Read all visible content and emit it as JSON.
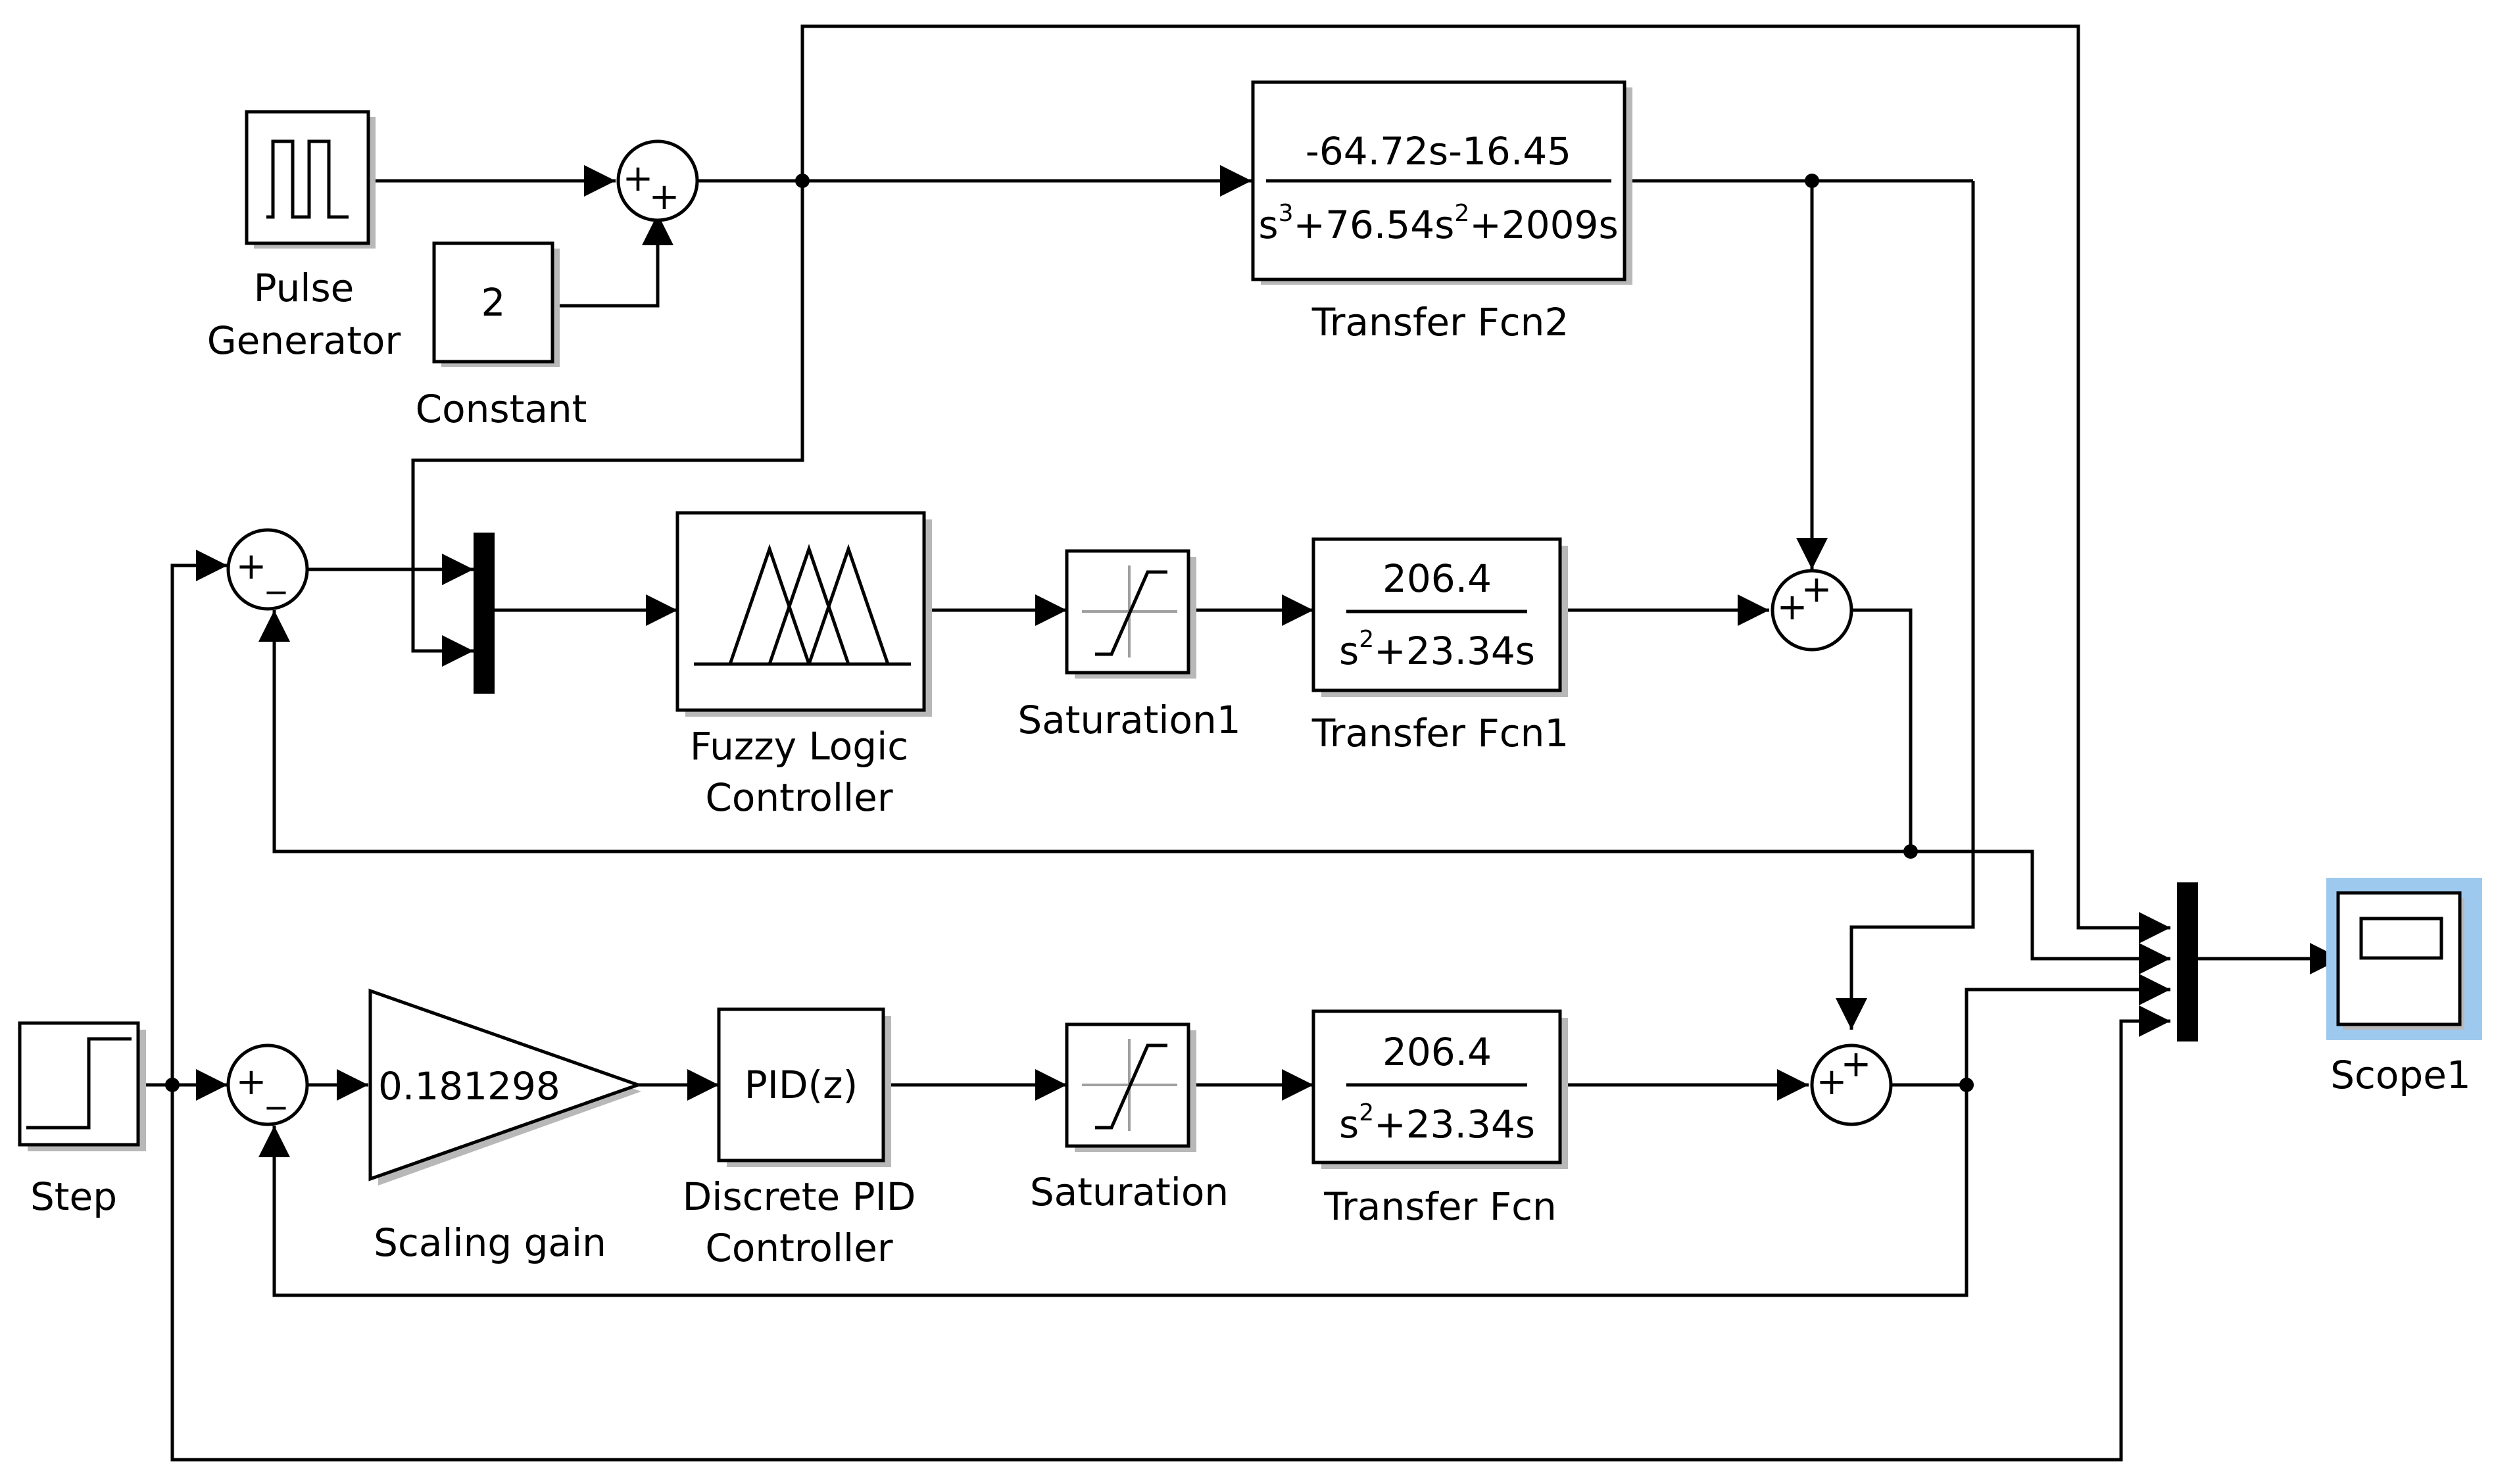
{
  "blocks": {
    "pulse_generator": {
      "label_line1": "Pulse",
      "label_line2": "Generator"
    },
    "constant": {
      "value": "2",
      "label": "Constant"
    },
    "transfer_fcn2": {
      "numerator": "-64.72s-16.45",
      "den_a": "s",
      "den_a_exp": "3",
      "den_b": "+76.54s",
      "den_b_exp": "2",
      "den_c": "+2009s",
      "label": "Transfer Fcn2"
    },
    "fuzzy_logic_controller": {
      "label_line1": "Fuzzy Logic",
      "label_line2": "Controller"
    },
    "saturation1": {
      "label": "Saturation1"
    },
    "transfer_fcn1": {
      "numerator": "206.4",
      "den_a": "s",
      "den_a_exp": "2",
      "den_b": "+23.34s",
      "label": "Transfer Fcn1"
    },
    "step": {
      "label": "Step"
    },
    "scaling_gain": {
      "value": "0.181298",
      "label": "Scaling gain"
    },
    "discrete_pid": {
      "value": "PID(z)",
      "label_line1": "Discrete PID",
      "label_line2": "Controller"
    },
    "saturation": {
      "label": "Saturation"
    },
    "transfer_fcn": {
      "numerator": "206.4",
      "den_a": "s",
      "den_a_exp": "2",
      "den_b": "+23.34s",
      "label": "Transfer Fcn"
    },
    "scope1": {
      "label": "Scope1"
    }
  },
  "sums": {
    "sum_top": {
      "sign_left": "+",
      "sign_bottom": "+"
    },
    "sum_fuzzy_error": {
      "sign_left": "+",
      "sign_bottom": "_"
    },
    "sum_pid_error": {
      "sign_left": "+",
      "sign_bottom": "_"
    },
    "sum_fuzzy_plant": {
      "sign_left": "+",
      "sign_top": "+"
    },
    "sum_pid_plant": {
      "sign_left": "+",
      "sign_top": "+"
    }
  },
  "colors": {
    "line": "#000000",
    "scope_highlight": "#9ec9ee"
  }
}
